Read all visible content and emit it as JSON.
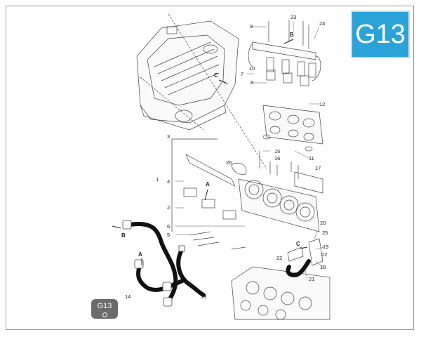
{
  "section_badge": "G13",
  "footer_badge": "G13",
  "colors": {
    "badge": "#2aa3d8",
    "footer_badge": "#6b6b6b",
    "lines": "#444444",
    "hose": "#111111"
  },
  "callouts": {
    "c1": "1",
    "c2": "2",
    "c3": "3",
    "c4": "4",
    "c5": "5",
    "c6": "6",
    "c7": "7",
    "c8": "8",
    "c9": "9",
    "c10": "10",
    "c11": "11",
    "c12": "12",
    "c13": "13",
    "c14": "14",
    "c15": "15",
    "c16": "16",
    "c17": "17",
    "c18": "18",
    "c19": "19",
    "c20": "20",
    "c21": "21",
    "c22a": "22",
    "c22b": "22",
    "c23": "23",
    "c24": "24",
    "c25": "25",
    "c26": "26"
  },
  "arrows": {
    "a1": "A",
    "a2": "A",
    "b1": "B",
    "b2": "B",
    "c1": "C",
    "c2": "C"
  }
}
